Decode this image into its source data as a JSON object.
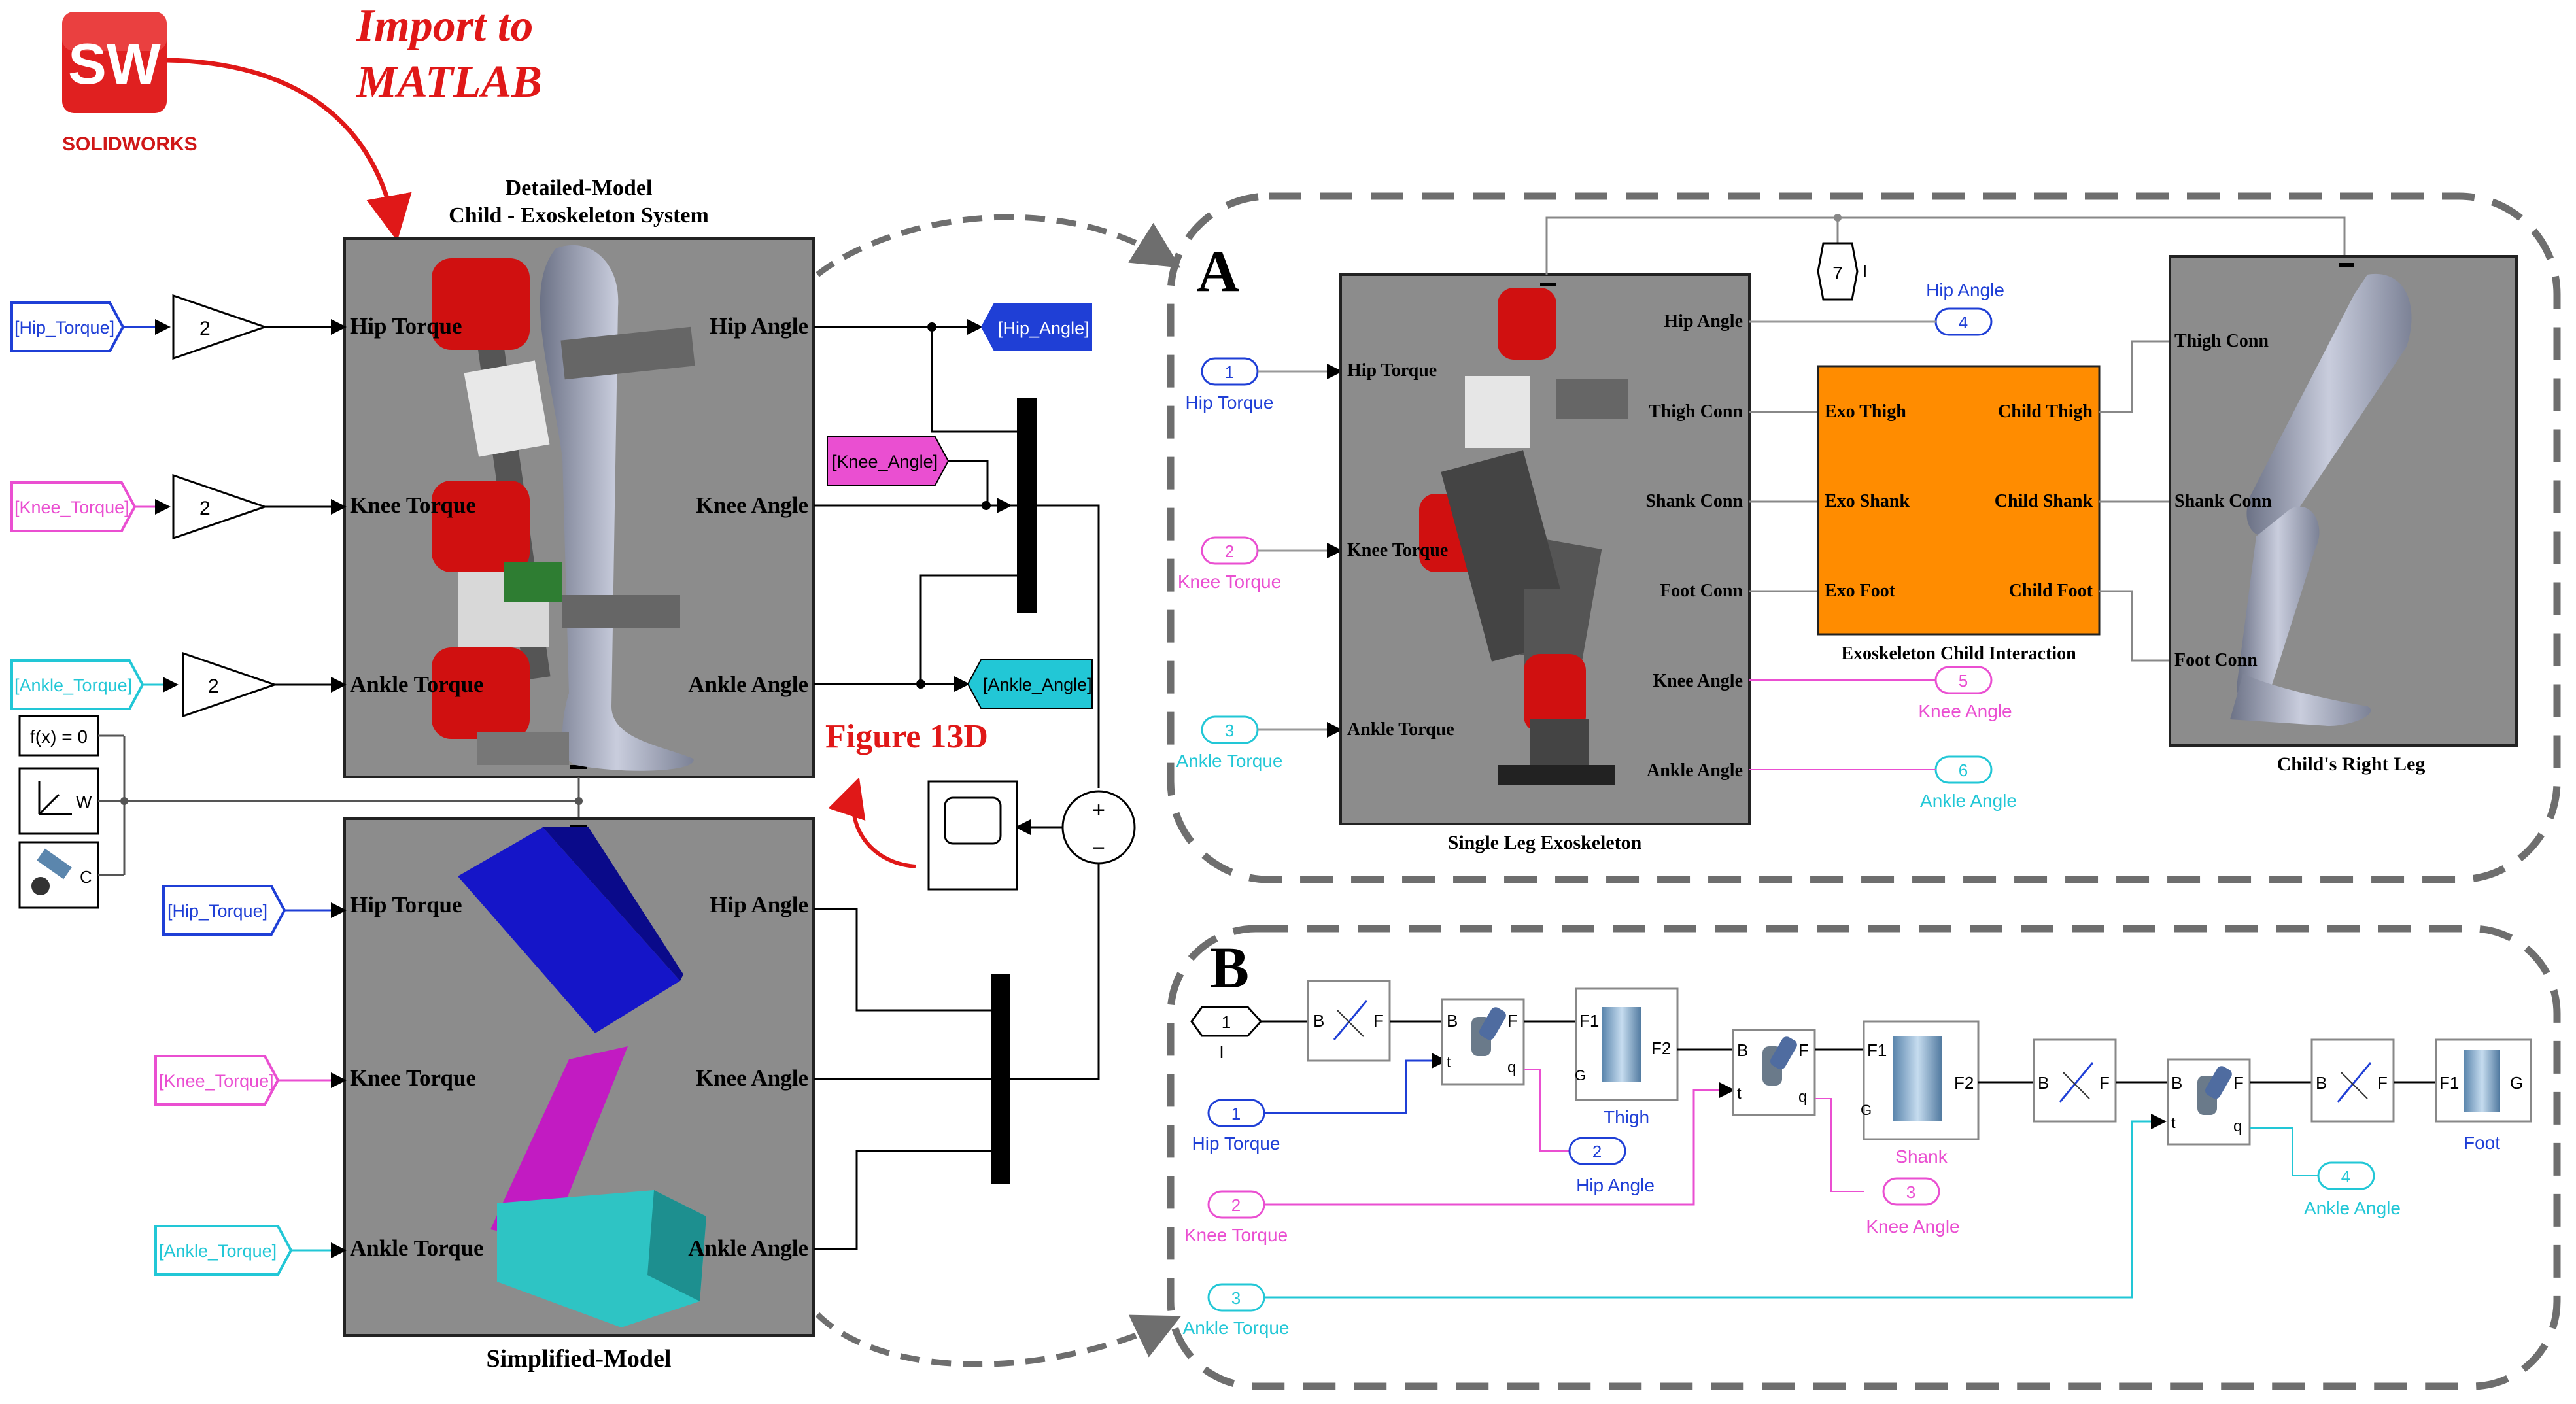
{
  "header": {
    "import_line1": "Import to",
    "import_line2": "MATLAB",
    "sw_logo_letters": "SW",
    "solidworks_text": "SOLIDWORKS"
  },
  "detailed": {
    "title_line1": "Detailed-Model",
    "title_line2": "Child - Exoskeleton System",
    "port_hip_torque": "Hip Torque",
    "port_knee_torque": "Knee Torque",
    "port_ankle_torque": "Ankle Torque",
    "port_hip_angle": "Hip Angle",
    "port_knee_angle": "Knee Angle",
    "port_ankle_angle": "Ankle Angle"
  },
  "simplified": {
    "title": "Simplified-Model",
    "port_hip_torque": "Hip Torque",
    "port_knee_torque": "Knee Torque",
    "port_ankle_torque": "Ankle Torque",
    "port_hip_angle": "Hip Angle",
    "port_knee_angle": "Knee Angle",
    "port_ankle_angle": "Ankle Angle"
  },
  "tags": {
    "from_hip_torque": "[Hip_Torque]",
    "from_knee_torque": "[Knee_Torque]",
    "from_ankle_torque": "[Ankle_Torque]",
    "goto_hip_angle": "[Hip_Angle]",
    "goto_knee_angle": "[Knee_Angle]",
    "goto_ankle_angle": "[Ankle_Angle]",
    "from_hip_torque_2": "[Hip_Torque]",
    "from_knee_torque_2": "[Knee_Torque]",
    "from_ankle_torque_2": "[Ankle_Torque]"
  },
  "blocks": {
    "gain_value": "2",
    "solver_label": "f(x) = 0",
    "world_label": "W",
    "config_label": "C",
    "sum_plus": "+",
    "sum_minus": "−",
    "figure_ref": "Figure 13D"
  },
  "panel_a": {
    "label": "A",
    "in1_num": "1",
    "in1_name": "Hip Torque",
    "in2_num": "2",
    "in2_name": "Knee Torque",
    "in3_num": "3",
    "in3_name": "Ankle Torque",
    "exo_in_hip": "Hip Torque",
    "exo_in_knee": "Knee Torque",
    "exo_in_ankle": "Ankle Torque",
    "exo_out_hip_angle": "Hip Angle",
    "exo_out_thigh_conn": "Thigh Conn",
    "exo_out_shank_conn": "Shank Conn",
    "exo_out_foot_conn": "Foot Conn",
    "exo_out_knee_angle": "Knee Angle",
    "exo_out_ankle_angle": "Ankle Angle",
    "exo_caption": "Single Leg Exoskeleton",
    "tag7_num": "7",
    "tag7_mark": "I",
    "out4_num": "4",
    "out4_name": "Hip Angle",
    "out5_num": "5",
    "out5_name": "Knee Angle",
    "out6_num": "6",
    "out6_name": "Ankle Angle",
    "inter_exo_thigh": "Exo Thigh",
    "inter_exo_shank": "Exo Shank",
    "inter_exo_foot": "Exo Foot",
    "inter_child_thigh": "Child Thigh",
    "inter_child_shank": "Child Shank",
    "inter_child_foot": "Child Foot",
    "inter_caption": "Exoskeleton Child Interaction",
    "leg_thigh_conn": "Thigh Conn",
    "leg_shank_conn": "Shank Conn",
    "leg_foot_conn": "Foot Conn",
    "leg_caption": "Child's Right Leg",
    "orange": "#ff8c00"
  },
  "panel_b": {
    "label": "B",
    "conn_num": "1",
    "conn_mark": "I",
    "in1_num": "1",
    "in1_name": "Hip Torque",
    "in2_num": "2",
    "in2_name": "Knee Torque",
    "in3_num": "3",
    "in3_name": "Ankle Torque",
    "out2_num": "2",
    "out2_name": "Hip Angle",
    "out3_num": "3",
    "out3_name": "Knee Angle",
    "out4_num": "4",
    "out4_name": "Ankle Angle",
    "thigh_label": "Thigh",
    "shank_label": "Shank",
    "foot_label": "Foot",
    "port_b": "B",
    "port_f": "F",
    "port_t": "t",
    "port_q": "q",
    "port_f1": "F1",
    "port_f2": "F2",
    "port_g": "G"
  },
  "colors": {
    "hip": "#1f3fd6",
    "knee": "#ea4fd1",
    "ankle": "#22c7d6",
    "red": "#e01818",
    "model_gray": "#8c8c8c"
  }
}
